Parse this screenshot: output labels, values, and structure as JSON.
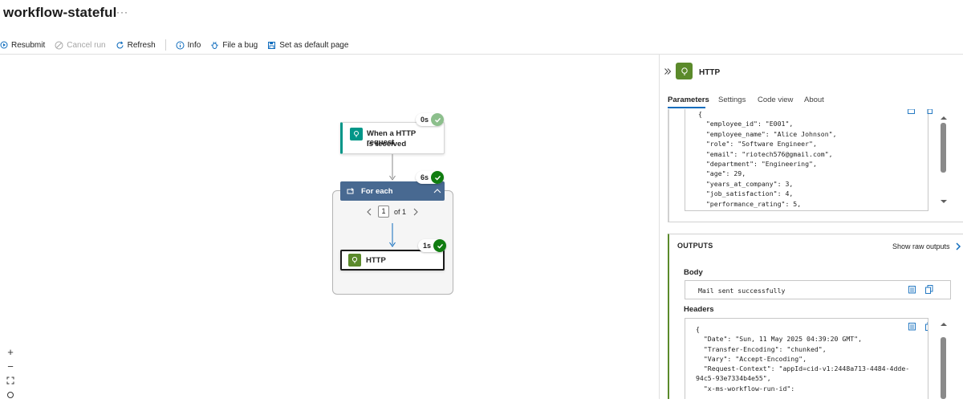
{
  "header": {
    "title": "workflow-stateful",
    "more": "···"
  },
  "toolbar": {
    "resubmit": "Resubmit",
    "cancel_run": "Cancel run",
    "refresh": "Refresh",
    "info": "Info",
    "file_bug": "File a bug",
    "set_default": "Set as default page"
  },
  "canvas": {
    "trigger": {
      "title_line1": "When a HTTP request",
      "title_line2": "is received",
      "duration": "0s"
    },
    "foreach": {
      "title": "For each",
      "duration": "6s",
      "page_current": "1",
      "page_total": "of 1"
    },
    "http_action": {
      "title": "HTTP",
      "duration": "1s"
    },
    "zoom": {
      "in": "+",
      "out": "−"
    }
  },
  "panel": {
    "title": "HTTP",
    "tabs": [
      "Parameters",
      "Settings",
      "Code view",
      "About"
    ],
    "active_tab": "Parameters",
    "input_lines": [
      "{",
      "  \"employee_id\": \"E001\",",
      "  \"employee_name\": \"Alice Johnson\",",
      "  \"role\": \"Software Engineer\",",
      "  \"email\": \"riotech576@gmail.com\",",
      "  \"department\": \"Engineering\",",
      "  \"age\": 29,",
      "  \"years_at_company\": 3,",
      "  \"job_satisfaction\": 4,",
      "  \"performance_rating\": 5,"
    ],
    "outputs": {
      "label": "OUTPUTS",
      "show_raw": "Show raw outputs",
      "body_label": "Body",
      "body_value": "Mail sent successfully",
      "headers_label": "Headers",
      "header_lines": [
        "{",
        "  \"Date\": \"Sun, 11 May 2025 04:39:20 GMT\",",
        "  \"Transfer-Encoding\": \"chunked\",",
        "  \"Vary\": \"Accept-Encoding\",",
        "  \"Request-Context\": \"appId=cid-v1:2448a713-4484-4dde-",
        "94c5-93e7334b4e55\",",
        "  \"x-ms-workflow-run-id\":"
      ]
    }
  },
  "colors": {
    "accent": "#0f6cbd",
    "foreach_header": "#486991",
    "success": "#107c10",
    "success_light": "#8cbf8c",
    "http_icon": "#5b8a2b",
    "trigger_icon": "#009688"
  }
}
